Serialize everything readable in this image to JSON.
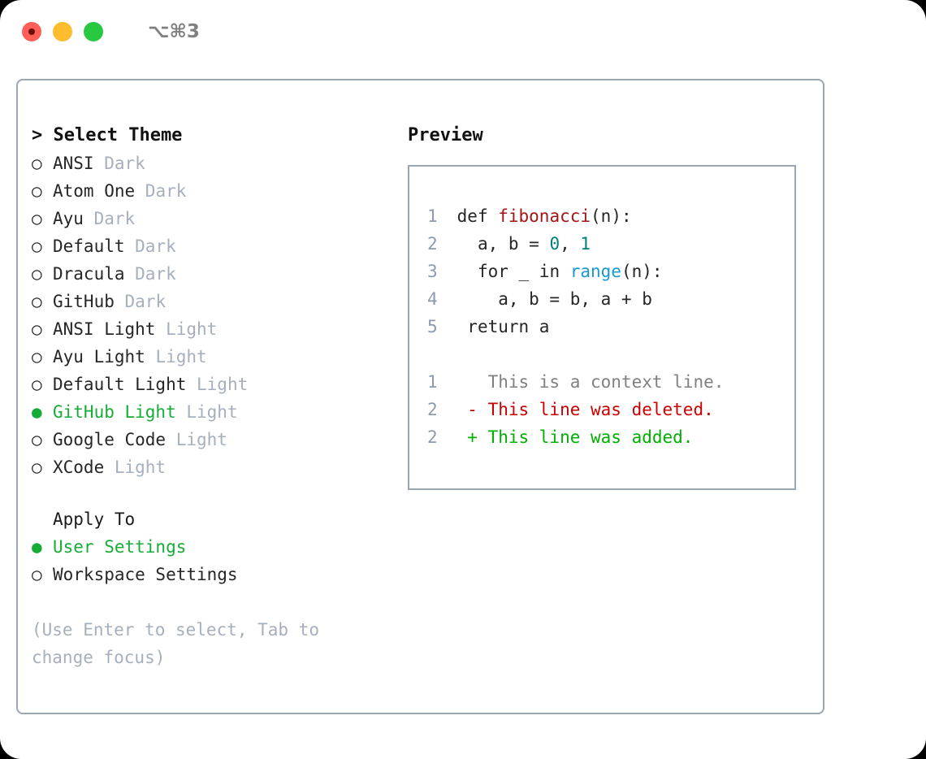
{
  "window": {
    "shortcut": "⌥⌘3",
    "traffic_lights": [
      {
        "name": "close",
        "color": "#ff5f57"
      },
      {
        "name": "minimize",
        "color": "#febc2e"
      },
      {
        "name": "maximize",
        "color": "#28c840"
      }
    ]
  },
  "theme_picker": {
    "title": "> Select Theme",
    "selected_color": "#15ad37",
    "variant_color": "#a6b0bd",
    "options": [
      {
        "bullet": "○",
        "name": "ANSI",
        "variant": "Dark",
        "selected": false
      },
      {
        "bullet": "○",
        "name": "Atom One",
        "variant": "Dark",
        "selected": false
      },
      {
        "bullet": "○",
        "name": "Ayu",
        "variant": "Dark",
        "selected": false
      },
      {
        "bullet": "○",
        "name": "Default",
        "variant": "Dark",
        "selected": false
      },
      {
        "bullet": "○",
        "name": "Dracula",
        "variant": "Dark",
        "selected": false
      },
      {
        "bullet": "○",
        "name": "GitHub",
        "variant": "Dark",
        "selected": false
      },
      {
        "bullet": "○",
        "name": "ANSI Light",
        "variant": "Light",
        "selected": false
      },
      {
        "bullet": "○",
        "name": "Ayu Light",
        "variant": "Light",
        "selected": false
      },
      {
        "bullet": "○",
        "name": "Default Light",
        "variant": "Light",
        "selected": false
      },
      {
        "bullet": "●",
        "name": "GitHub Light",
        "variant": "Light",
        "selected": true
      },
      {
        "bullet": "○",
        "name": "Google Code",
        "variant": "Light",
        "selected": false
      },
      {
        "bullet": "○",
        "name": "XCode",
        "variant": "Light",
        "selected": false
      }
    ]
  },
  "apply_to": {
    "title": "Apply To",
    "options": [
      {
        "bullet": "●",
        "name": "User Settings",
        "selected": true
      },
      {
        "bullet": "○",
        "name": "Workspace Settings",
        "selected": false
      }
    ]
  },
  "hint": "(Use Enter to select, Tab to change focus)",
  "preview": {
    "title": "Preview",
    "border_color": "#9aa5b5",
    "code": {
      "line_number_color": "#8e9bad",
      "lines": [
        {
          "no": "1",
          "indent": "",
          "segments": [
            {
              "t": "def ",
              "cls": ""
            },
            {
              "t": "fibonacci",
              "cls": "tok-fn"
            },
            {
              "t": "(n):",
              "cls": ""
            }
          ]
        },
        {
          "no": "2",
          "indent": "  ",
          "segments": [
            {
              "t": "a, b = ",
              "cls": ""
            },
            {
              "t": "0",
              "cls": "tok-num"
            },
            {
              "t": ", ",
              "cls": ""
            },
            {
              "t": "1",
              "cls": "tok-num"
            }
          ]
        },
        {
          "no": "3",
          "indent": "  ",
          "segments": [
            {
              "t": "for _ in ",
              "cls": ""
            },
            {
              "t": "range",
              "cls": "tok-call"
            },
            {
              "t": "(n):",
              "cls": ""
            }
          ]
        },
        {
          "no": "4",
          "indent": "    ",
          "segments": [
            {
              "t": "a, b = b, a + b",
              "cls": ""
            }
          ]
        },
        {
          "no": "5",
          "indent": " ",
          "segments": [
            {
              "t": "return a",
              "cls": ""
            }
          ]
        }
      ]
    },
    "diff": {
      "lines": [
        {
          "no": "1",
          "marker": " ",
          "text": "This is a context line.",
          "cls": "diff-ctx"
        },
        {
          "no": "2",
          "marker": "-",
          "text": "This line was deleted.",
          "cls": "diff-del"
        },
        {
          "no": "2",
          "marker": "+",
          "text": "This line was added.",
          "cls": "diff-add"
        }
      ]
    }
  }
}
